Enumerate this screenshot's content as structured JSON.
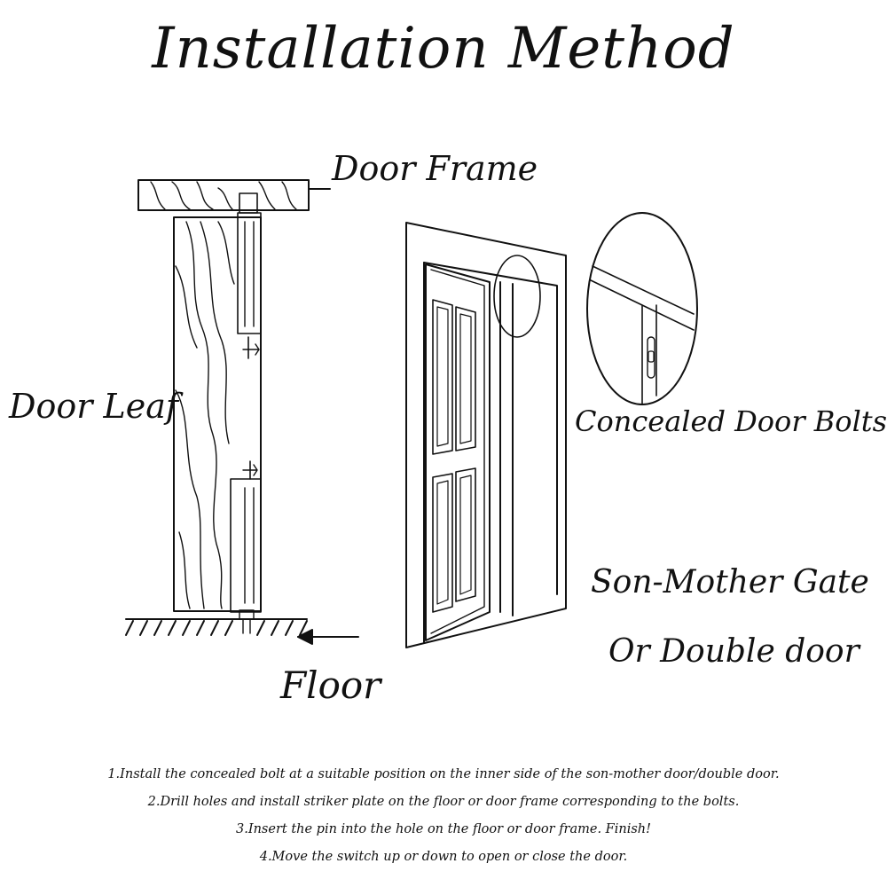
{
  "title": "Installation Method",
  "labels": {
    "door_frame": "Door Frame",
    "door_leaf": "Door Leaf",
    "floor": "Floor",
    "concealed_bolts": "Concealed Door Bolts",
    "son_mother": "Son-Mother Gate",
    "double_door": "Or Double door"
  },
  "steps": [
    "1.Install the concealed bolt at a suitable position on the inner side of the son-mother door/double door.",
    "2.Drill holes and install striker plate on the floor or door frame corresponding to the bolts.",
    "3.Insert the pin into the hole on the floor or door frame. Finish!",
    "4.Move the switch up or down to open or close the door."
  ]
}
